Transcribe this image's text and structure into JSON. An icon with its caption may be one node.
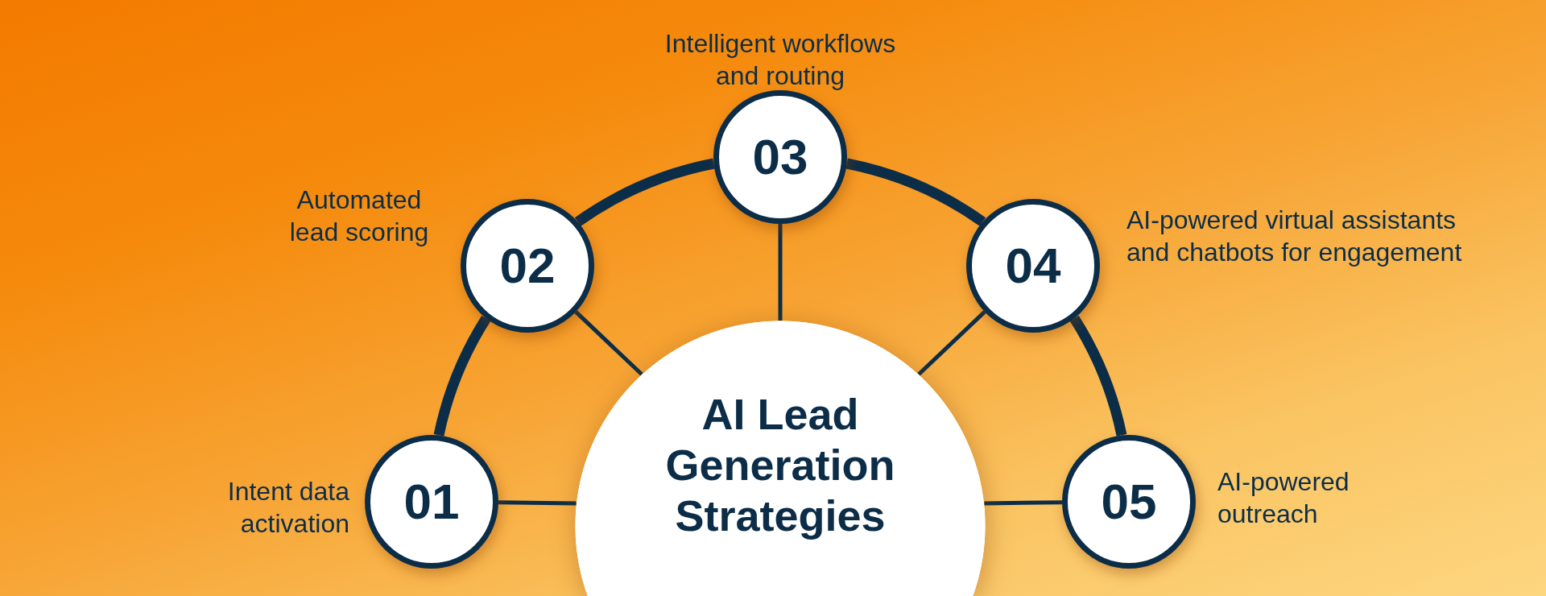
{
  "diagram": {
    "nodes": [
      {
        "text": [
          "AI Lead Generation Strategies"
        ]
      },
      {
        "text": [
          "01"
        ],
        "beside": [
          "Intent data activation"
        ]
      },
      {
        "text": [
          "02"
        ],
        "beside": [
          "Automated lead scoring"
        ]
      },
      {
        "text": [
          "03"
        ],
        "beside": [
          "Intelligent workflows and routing"
        ]
      },
      {
        "text": [
          "04"
        ],
        "beside": [
          "AI-powered virtual assistants and chatbots for engagement"
        ]
      },
      {
        "text": [
          "05"
        ],
        "beside": [
          "AI-powered outreach"
        ]
      }
    ],
    "edges": [
      {
        "from": 1,
        "to": 2,
        "arrow": "none",
        "style": "thick"
      },
      {
        "from": 2,
        "to": 3,
        "arrow": "none",
        "style": "thick"
      },
      {
        "from": 3,
        "to": 4,
        "arrow": "none",
        "style": "thick"
      },
      {
        "from": 4,
        "to": 5,
        "arrow": "none",
        "style": "thick"
      },
      {
        "from": 0,
        "to": 1,
        "arrow": "none"
      },
      {
        "from": 0,
        "to": 2,
        "arrow": "none"
      },
      {
        "from": 0,
        "to": 3,
        "arrow": "none"
      },
      {
        "from": 0,
        "to": 4,
        "arrow": "none"
      },
      {
        "from": 0,
        "to": 5,
        "arrow": "none"
      }
    ]
  }
}
